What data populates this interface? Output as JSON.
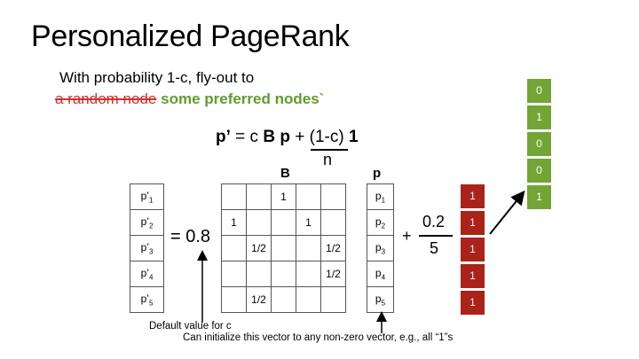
{
  "title": "Personalized PageRank",
  "subtitle_line1": "With probability 1-c, fly-out to",
  "struck_text": "a random node",
  "preferred_text": "some preferred nodes`",
  "formula": {
    "lhs": "p’",
    "equals_c": "= c",
    "B": "B",
    "p": "p",
    "plus_frac": "+",
    "numer": "(1-c)",
    "one": "1",
    "denom": "n"
  },
  "labels": {
    "B": "B",
    "p": "p"
  },
  "vector_p_prime": [
    "p’1",
    "p’2",
    "p’3",
    "p’4",
    "p’5"
  ],
  "vector_p_prime_parts": [
    {
      "base": "p’",
      "sub": "1"
    },
    {
      "base": "p’",
      "sub": "2"
    },
    {
      "base": "p’",
      "sub": "3"
    },
    {
      "base": "p’",
      "sub": "4"
    },
    {
      "base": "p’",
      "sub": "5"
    }
  ],
  "equals_coef": "= 0.8",
  "matrix_b": [
    [
      "",
      "",
      "1",
      "",
      ""
    ],
    [
      "1",
      "",
      "",
      "1",
      ""
    ],
    [
      "",
      "1/2",
      "",
      "",
      "1/2"
    ],
    [
      "",
      "",
      "",
      "",
      "1/2"
    ],
    [
      "",
      "1/2",
      "",
      "",
      ""
    ]
  ],
  "vector_p_parts": [
    {
      "base": "p",
      "sub": "1"
    },
    {
      "base": "p",
      "sub": "2"
    },
    {
      "base": "p",
      "sub": "3"
    },
    {
      "base": "p",
      "sub": "4"
    },
    {
      "base": "p",
      "sub": "5"
    }
  ],
  "plus": "+",
  "frac_numer": "0.2",
  "frac_denom": "5",
  "red_vector": [
    "1",
    "1",
    "1",
    "1",
    "1"
  ],
  "green_vector": [
    "0",
    "1",
    "0",
    "0",
    "1"
  ],
  "note_default": "Default value for c",
  "note_init": "Can initialize this vector to any non-zero vector, e.g., all “1”s",
  "colors": {
    "red": "#ab2218",
    "green": "#72a535",
    "strike": "#d0312d",
    "pref": "#5f9c2e"
  }
}
